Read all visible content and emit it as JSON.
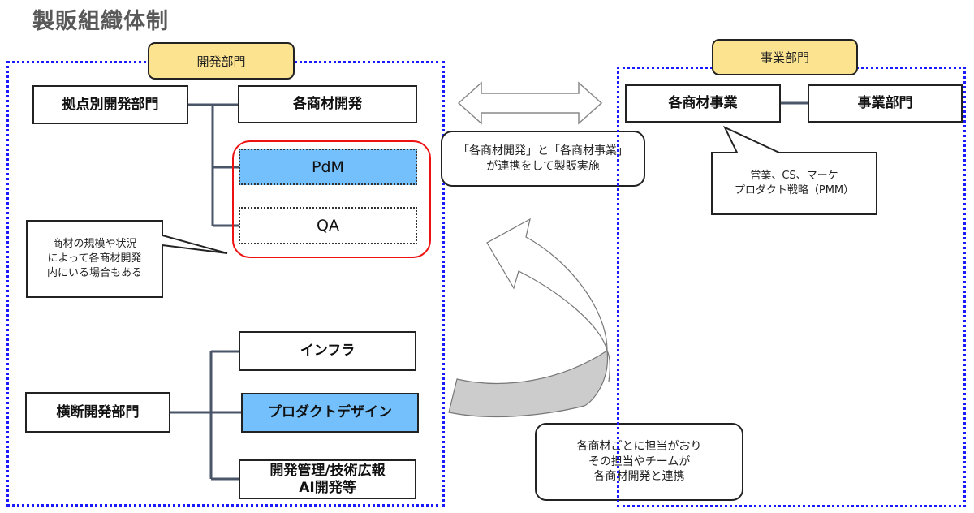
{
  "title": "製販組織体制",
  "dev_division": {
    "tag": "開発部門",
    "site_dept": "拠点別開発部門",
    "product_dev": "各商材開発",
    "pdm": "PdM",
    "qa": "QA",
    "site_callout": "商材の規模や状況\nによって各商材開発\n内にいる場合もある",
    "cross_dept": "横断開発部門",
    "cross_children": [
      "インフラ",
      "プロダクトデザイン",
      "開発管理/技術広報\nAI開発等"
    ]
  },
  "business_division": {
    "tag": "事業部門",
    "product_business": "各商材事業",
    "business_dept": "事業部門",
    "business_callout": "営業、CS、マーケ\nプロダクト戦略（PMM）"
  },
  "middle": {
    "collab_note": "「各商材開発」と「各商材事業」\nが連携をして製販実施",
    "bottom_note": "各商材ごとに担当がおり\nその担当やチームが\n各商材開発と連携"
  },
  "colors": {
    "panel_border": "#1a1aff",
    "tag_fill": "#fbe38f",
    "highlight_fill": "#74c0fc",
    "red_frame": "#ee1111",
    "connector": "#4a5568"
  }
}
